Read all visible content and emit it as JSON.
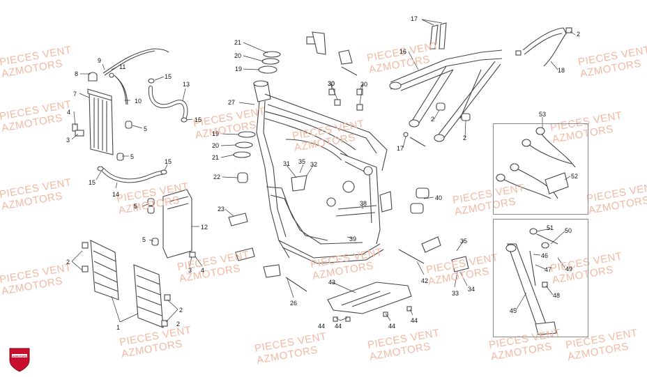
{
  "watermark": {
    "line1": "PIECES VENT",
    "line2": "AZMOTORS"
  },
  "brand": {
    "logo_text": "AZMOTORS",
    "logo_icon": "shield-logo-icon",
    "accent_color": "#c8102e",
    "watermark_color": "#f2b9a3"
  },
  "callouts": [
    "1",
    "2",
    "2",
    "2",
    "2",
    "2",
    "2",
    "3",
    "3",
    "4",
    "4",
    "5",
    "5",
    "5",
    "5",
    "5",
    "7",
    "8",
    "9",
    "10",
    "11",
    "12",
    "13",
    "14",
    "15",
    "15",
    "15",
    "15",
    "16",
    "17",
    "17",
    "18",
    "19",
    "19",
    "20",
    "20",
    "21",
    "21",
    "22",
    "23",
    "26",
    "27",
    "30",
    "30",
    "30",
    "31",
    "32",
    "33",
    "34",
    "35",
    "35",
    "38",
    "39",
    "40",
    "42",
    "43",
    "44",
    "44",
    "44",
    "44",
    "45",
    "46",
    "47",
    "48",
    "49",
    "50",
    "51",
    "52",
    "53"
  ]
}
